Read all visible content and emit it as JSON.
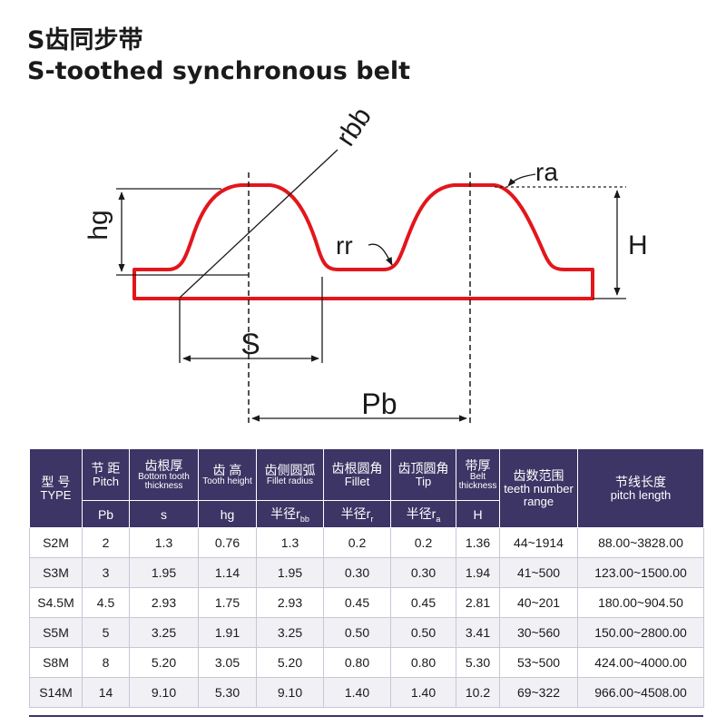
{
  "title": {
    "cn": "S齿同步带",
    "en": "S-toothed synchronous belt"
  },
  "diagram": {
    "labels": {
      "rbb": "rbb",
      "ra": "ra",
      "rr": "rr",
      "hg": "hg",
      "H": "H",
      "s": "S",
      "Pb": "Pb"
    },
    "belt_color": "#e3161c"
  },
  "table": {
    "header_color": "#3d3565",
    "columns": [
      {
        "cn": "型 号",
        "en": "TYPE"
      },
      {
        "cn": "节 距",
        "en": "Pitch",
        "sub": "Pb"
      },
      {
        "cn": "齿根厚",
        "en": "Bottom tooth thickness",
        "sub": "s"
      },
      {
        "cn": "齿 高",
        "en": "Tooth height",
        "sub": "hg"
      },
      {
        "cn": "齿侧圆弧",
        "en": "Fillet radius",
        "sub_cn": "半径",
        "sub_sym": "r",
        "sub_idx": "bb"
      },
      {
        "cn": "齿根圆角",
        "en": "Fillet",
        "sub_cn": "半径",
        "sub_sym": "r",
        "sub_idx": "r"
      },
      {
        "cn": "齿顶圆角",
        "en": "Tip",
        "sub_cn": "半径",
        "sub_sym": "r",
        "sub_idx": "a"
      },
      {
        "cn": "带厚",
        "en": "Belt thickness",
        "sub": "H"
      },
      {
        "cn": "齿数范围",
        "en": "teeth number range"
      },
      {
        "cn": "节线长度",
        "en": "pitch length"
      }
    ],
    "rows": [
      [
        "S2M",
        "2",
        "1.3",
        "0.76",
        "1.3",
        "0.2",
        "0.2",
        "1.36",
        "44~1914",
        "88.00~3828.00"
      ],
      [
        "S3M",
        "3",
        "1.95",
        "1.14",
        "1.95",
        "0.30",
        "0.30",
        "1.94",
        "41~500",
        "123.00~1500.00"
      ],
      [
        "S4.5M",
        "4.5",
        "2.93",
        "1.75",
        "2.93",
        "0.45",
        "0.45",
        "2.81",
        "40~201",
        "180.00~904.50"
      ],
      [
        "S5M",
        "5",
        "3.25",
        "1.91",
        "3.25",
        "0.50",
        "0.50",
        "3.41",
        "30~560",
        "150.00~2800.00"
      ],
      [
        "S8M",
        "8",
        "5.20",
        "3.05",
        "5.20",
        "0.80",
        "0.80",
        "5.30",
        "53~500",
        "424.00~4000.00"
      ],
      [
        "S14M",
        "14",
        "9.10",
        "5.30",
        "9.10",
        "1.40",
        "1.40",
        "10.2",
        "69~322",
        "966.00~4508.00"
      ]
    ]
  }
}
